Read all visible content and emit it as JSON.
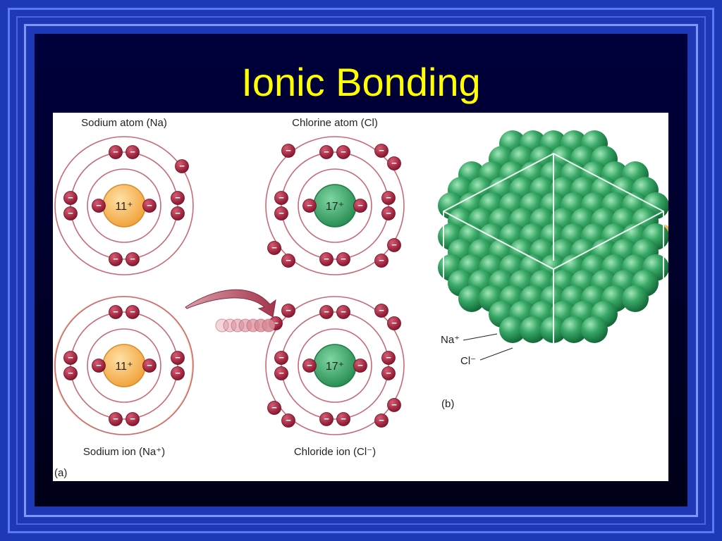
{
  "slide": {
    "title": "Ionic Bonding"
  },
  "panel_a": {
    "label": "(a)",
    "sodium_atom": {
      "label": "Sodium atom (Na)",
      "nucleus": "11⁺"
    },
    "chlorine_atom": {
      "label": "Chlorine atom (Cl)",
      "nucleus": "17⁺"
    },
    "sodium_ion": {
      "label": "Sodium ion (Na⁺)",
      "nucleus": "11⁺"
    },
    "chloride_ion": {
      "label": "Chloride ion (Cl⁻)",
      "nucleus": "17⁺"
    },
    "electron_symbol": "−"
  },
  "panel_b": {
    "label": "(b)",
    "na_label": "Na⁺",
    "cl_label": "Cl⁻"
  },
  "colors": {
    "background": "#1d39b8",
    "title": "#ffff00",
    "sodium_nucleus": "#f7b454",
    "chlorine_nucleus": "#3aa569",
    "electron": "#9a1f37",
    "shell": "#c76a76",
    "na_ion_lattice": "#f4a73b",
    "cl_ion_lattice": "#2e9a5c"
  }
}
